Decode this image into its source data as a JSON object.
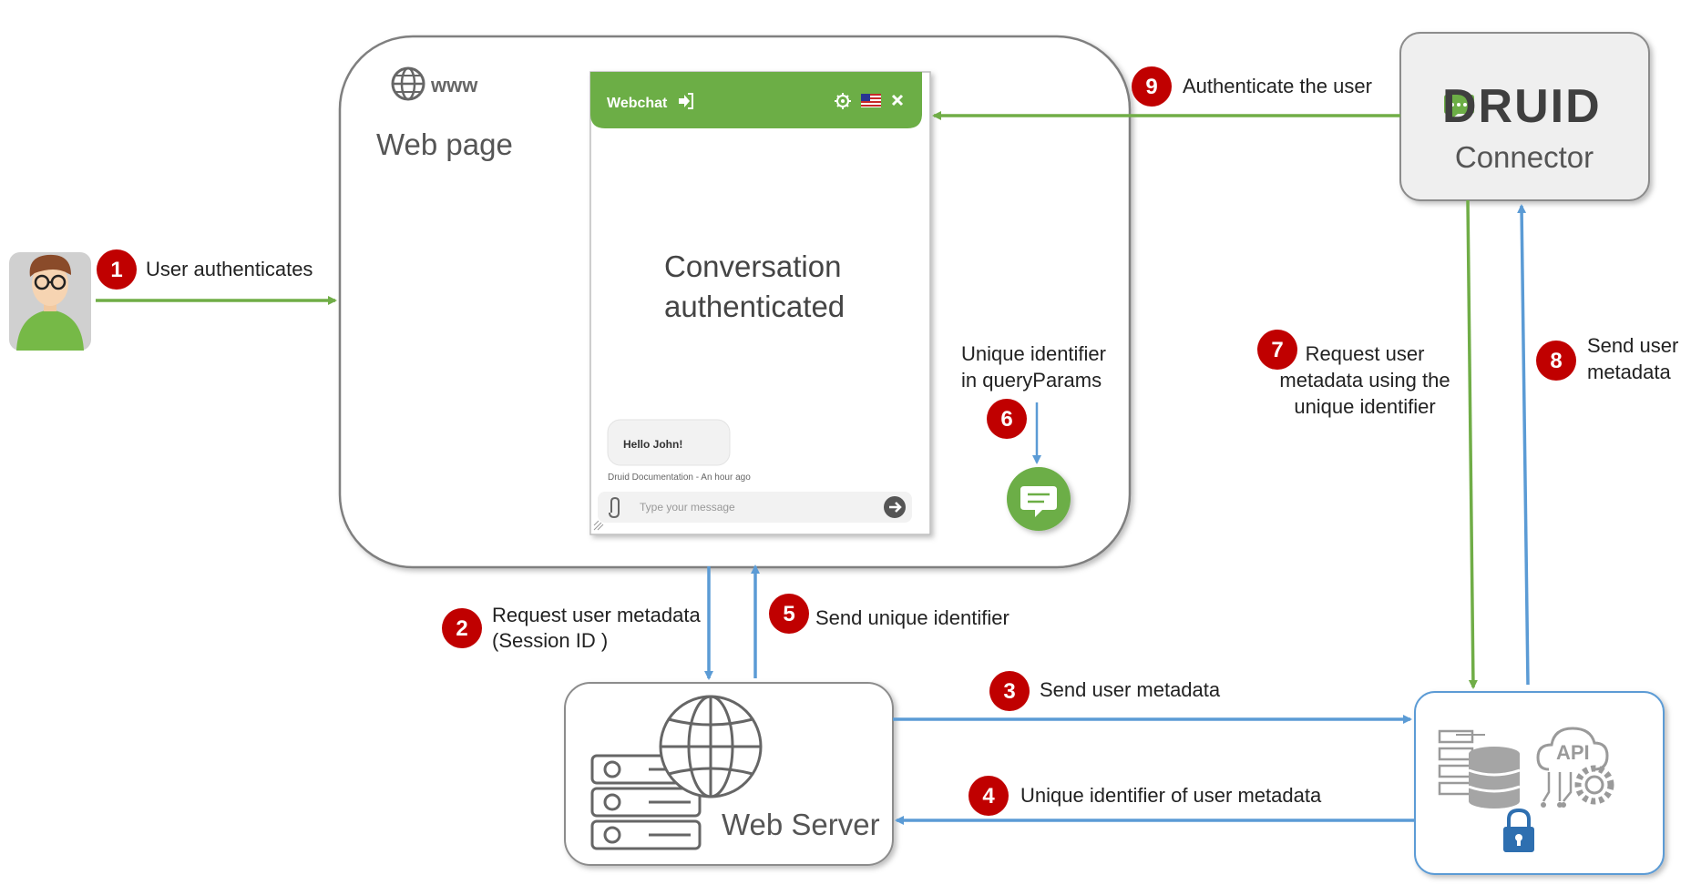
{
  "webpage": {
    "www_label": "www",
    "title": "Web page"
  },
  "webchat": {
    "header_title": "Webchat",
    "center_text_line1": "Conversation",
    "center_text_line2": "authenticated",
    "message_text": "Hello John!",
    "message_meta": "Druid Documentation - An hour ago",
    "input_placeholder": "Type your message"
  },
  "connector": {
    "logo_text": "DRUID",
    "title": "Connector"
  },
  "webserver": {
    "title": "Web Server"
  },
  "api_box": {
    "api_label": "API"
  },
  "steps": [
    {
      "num": "1",
      "lines": [
        "User authenticates"
      ]
    },
    {
      "num": "2",
      "lines": [
        "Request user metadata",
        "(Session ID )"
      ]
    },
    {
      "num": "3",
      "lines": [
        "Send user metadata"
      ]
    },
    {
      "num": "4",
      "lines": [
        "Unique identifier of user metadata"
      ]
    },
    {
      "num": "5",
      "lines": [
        "Send unique identifier"
      ]
    },
    {
      "num": "6",
      "lines": [
        "Unique identifier",
        "in queryParams"
      ]
    },
    {
      "num": "7",
      "lines": [
        "Request user",
        "metadata using the",
        "unique identifier"
      ]
    },
    {
      "num": "8",
      "lines": [
        "Send user",
        "metadata"
      ]
    },
    {
      "num": "9",
      "lines": [
        "Authenticate the user"
      ]
    }
  ],
  "colors": {
    "green": "#70ad47",
    "blue": "#5b9bd5",
    "red": "#c00000",
    "webchat_green": "#6cae46"
  }
}
